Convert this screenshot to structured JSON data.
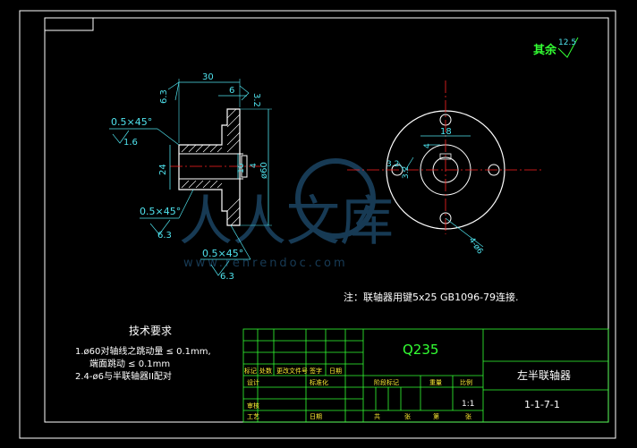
{
  "colors": {
    "background": "#000000",
    "frame": "#ffffff",
    "part_outline": "#ffffff",
    "dimension": "#4fe3ee",
    "centerline": "#ff2222",
    "table_lines": "#33ff33",
    "table_text": "#ffee33",
    "title_text": "#33ff33",
    "watermark": "#2a6a9a"
  },
  "roughness": {
    "label": "其余",
    "value": "12.5"
  },
  "side_view": {
    "dim_length_total": "30",
    "dim_flange_width": "6",
    "roughness_top": "6.3",
    "roughness_flange": "3.2",
    "dim_hub": "24",
    "dim_bore": "16",
    "dim_flange_bore": "4",
    "dim_outer_dia": "ø60",
    "chamfer_1": "0.5×45°",
    "roughness_1": "1.6",
    "chamfer_2": "0.5×45°",
    "roughness_2": "6.3",
    "chamfer_3": "0.5×45°",
    "roughness_3": "6.3"
  },
  "front_view": {
    "dim_keyway": "18",
    "dim_key": "4",
    "roughness_key": "3.2",
    "roughness_key_2": "3.2",
    "hole_callout": "4-ø6"
  },
  "note": "注：联轴器用键5x25  GB1096-79连接.",
  "tech_requirements": {
    "title": "技术要求",
    "line1": "1.ø60对轴线之跳动量 ≤ 0.1mm,",
    "line2": "端面跳动 ≤ 0.1mm",
    "line3": "2.4-ø6与半联轴器II配对"
  },
  "title_block": {
    "material": "Q235",
    "part_name": "左半联轴器",
    "drawing_number": "1-1-7-1",
    "scale": "1:1",
    "col_mark": "标记",
    "col_count": "处数",
    "col_doc": "更改文件号",
    "col_sign": "签字",
    "col_date": "日期",
    "row_design": "设计",
    "row_standard": "标准化",
    "row_stage_mark": "阶段标记",
    "row_weight": "重量",
    "row_ratio": "比例",
    "row_review": "审核",
    "row_process": "工艺",
    "row_approve": "日期",
    "row_total": "共",
    "row_page": "张",
    "row_sheet": "第",
    "row_page2": "张"
  },
  "watermark": {
    "text": "人人文库",
    "url": "www.renrendoc.com"
  }
}
